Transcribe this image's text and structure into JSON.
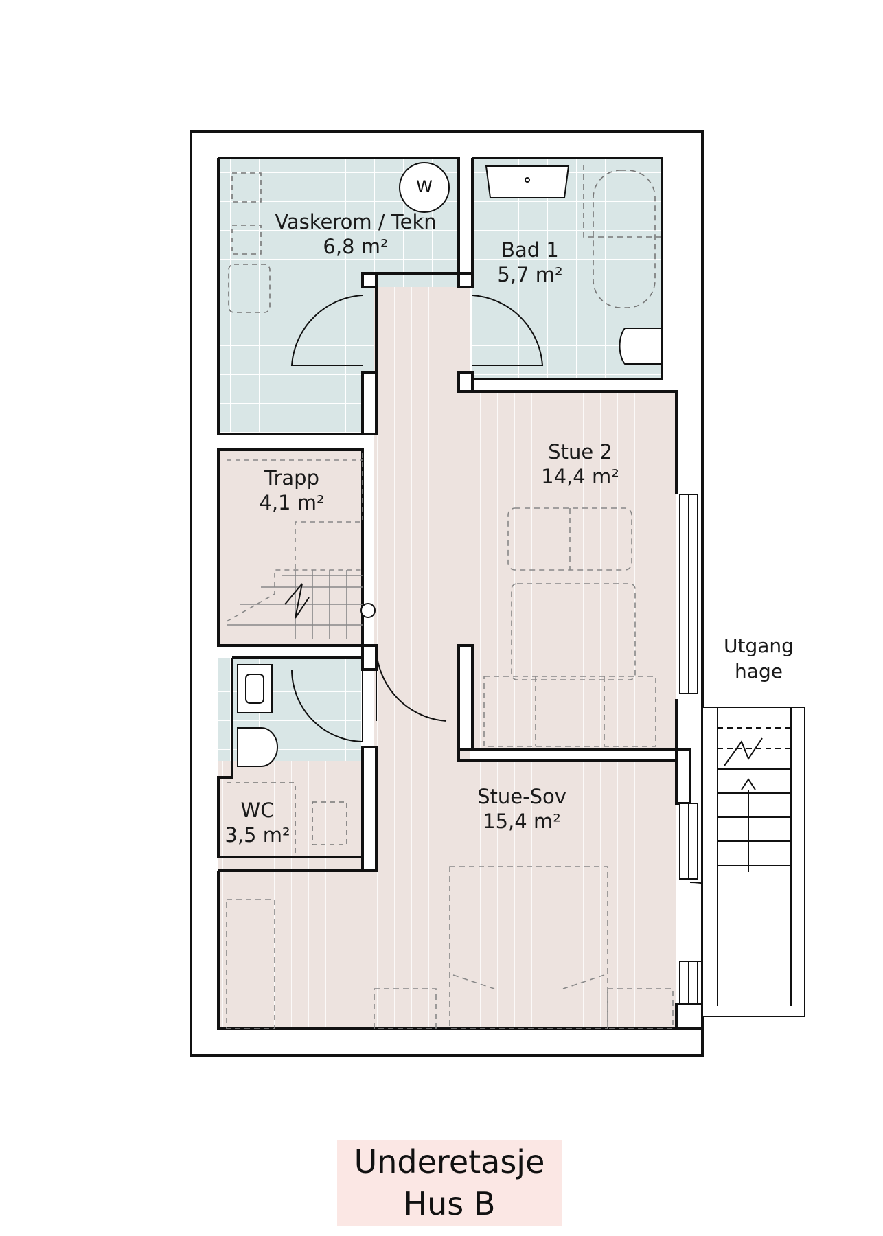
{
  "rooms": [
    {
      "id": "vaskerom",
      "name": "Vaskerom / Tekn",
      "area": "6,8 m²"
    },
    {
      "id": "bad1",
      "name": "Bad 1",
      "area": "5,7 m²"
    },
    {
      "id": "stue2",
      "name": "Stue 2",
      "area": "14,4 m²"
    },
    {
      "id": "trapp",
      "name": "Trapp",
      "area": "4,1 m²"
    },
    {
      "id": "wc",
      "name": "WC",
      "area": "3,5 m²"
    },
    {
      "id": "stuesov",
      "name": "Stue-Sov",
      "area": "15,4 m²"
    }
  ],
  "exit": {
    "line1": "Utgang",
    "line2": "hage"
  },
  "washer_symbol": "W",
  "caption": {
    "line1": "Underetasje",
    "line2": "Hus B"
  },
  "colors": {
    "wall": "#111111",
    "wet_floor": "#d9e6e6",
    "wood_floor": "#ede3df",
    "tile_line": "#ffffff",
    "plank_line": "#ffffff",
    "caption_bg": "#fbe7e4"
  }
}
